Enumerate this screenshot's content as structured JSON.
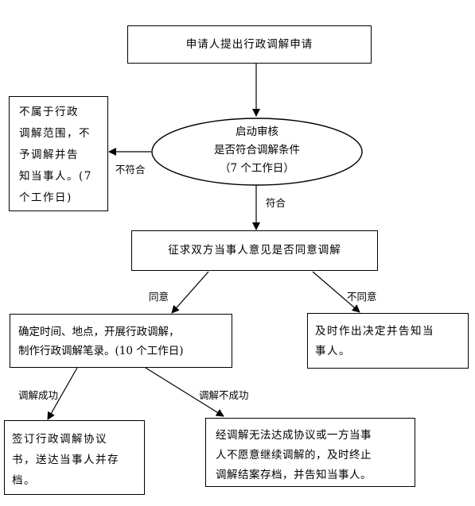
{
  "nodes": {
    "start": "申请人提出行政调解申请",
    "review_line1": "启动审核",
    "review_line2": "是否符合调解条件",
    "review_line3": "（7 个工作日）",
    "reject_line1": "不属于行政",
    "reject_line2": "调解范围，不",
    "reject_line3": "予调解并告",
    "reject_line4": "知当事人。(7",
    "reject_line5": "个工作日)",
    "consent": "征求双方当事人意见是否同意调解",
    "mediate_line1": "确定时间、地点，开展行政调解，",
    "mediate_line2": "制作行政调解笔录。(10 个工作日)",
    "decision_line1": "及时作出决定并告知当",
    "decision_line2": "事人。",
    "success_line1": "签订行政调解协议",
    "success_line2": "书，送达当事人并存",
    "success_line3": "档。",
    "fail_line1": "经调解无法达成协议或一方当事",
    "fail_line2": "人不愿意继续调解的，及时终止",
    "fail_line3": "调解结案存档，并告知当事人。"
  },
  "edges": {
    "not_qualified": "不符合",
    "qualified": "符合",
    "agree": "同意",
    "disagree": "不同意",
    "success": "调解成功",
    "failure": "调解不成功"
  }
}
